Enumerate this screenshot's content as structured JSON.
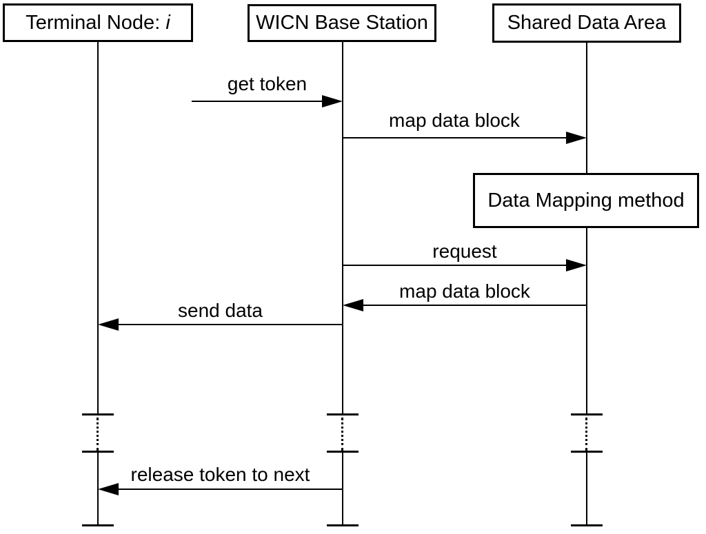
{
  "diagram": {
    "type": "sequence-diagram",
    "background_color": "#ffffff",
    "line_color": "#000000",
    "actors": [
      {
        "id": "terminal-node",
        "label": "Terminal Node: i",
        "label_prefix": "Terminal Node: ",
        "label_italic": "i"
      },
      {
        "id": "wicn-base-station",
        "label": "WICN Base Station"
      },
      {
        "id": "shared-data-area",
        "label": "Shared Data Area"
      }
    ],
    "messages": [
      {
        "label": "get token",
        "from": "terminal-node",
        "to": "wicn-base-station",
        "direction": "right"
      },
      {
        "label": "map data block",
        "from": "wicn-base-station",
        "to": "shared-data-area",
        "direction": "right"
      },
      {
        "label": "request",
        "from": "wicn-base-station",
        "to": "shared-data-area",
        "direction": "right"
      },
      {
        "label": "map data block",
        "from": "shared-data-area",
        "to": "wicn-base-station",
        "direction": "left"
      },
      {
        "label": "send data",
        "from": "wicn-base-station",
        "to": "terminal-node",
        "direction": "left"
      },
      {
        "label": "release token to next",
        "from": "wicn-base-station",
        "to": "terminal-node",
        "direction": "left"
      }
    ],
    "note": {
      "label": "Data Mapping method",
      "on": "shared-data-area"
    }
  }
}
